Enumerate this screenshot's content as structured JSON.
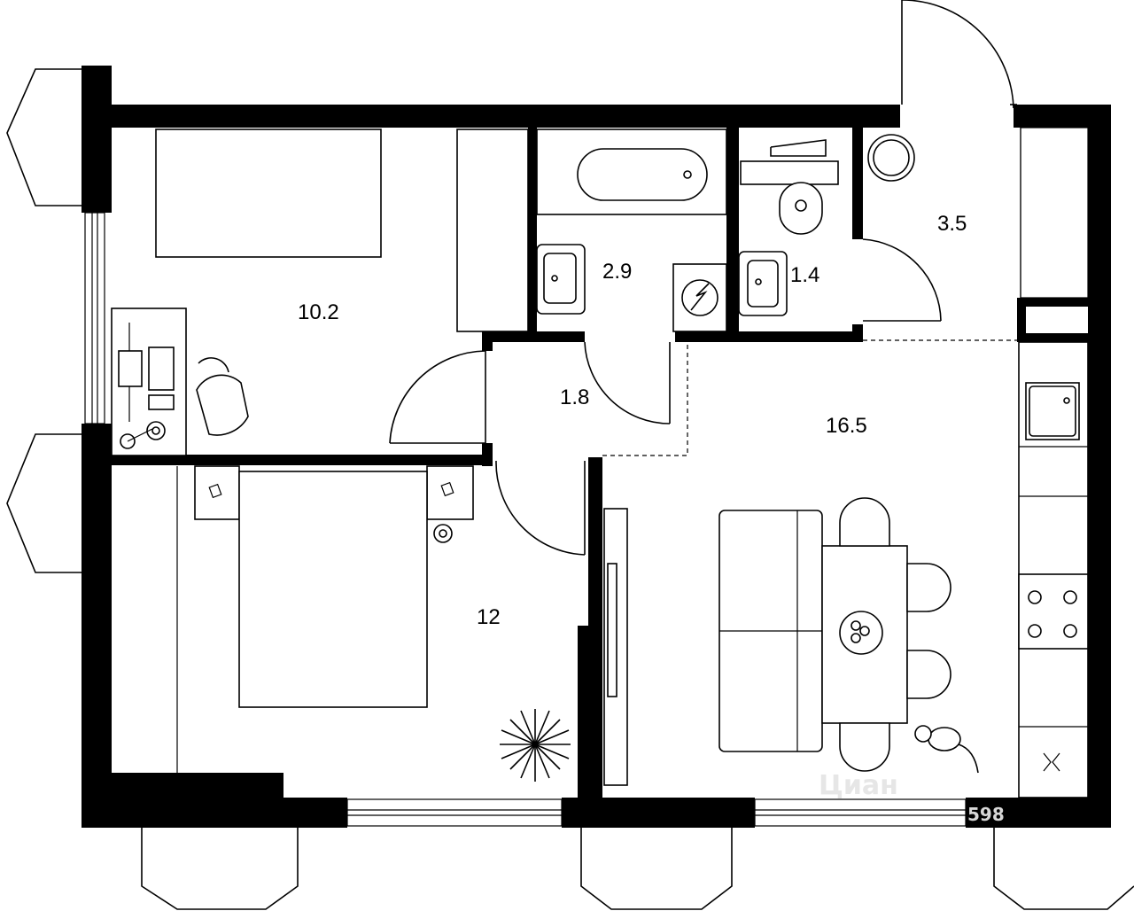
{
  "floor_plan": {
    "rooms": [
      {
        "id": "bedroom-small",
        "area": "10.2"
      },
      {
        "id": "bathroom",
        "area": "2.9"
      },
      {
        "id": "toilet",
        "area": "1.4"
      },
      {
        "id": "entry-hall",
        "area": "3.5"
      },
      {
        "id": "corridor",
        "area": "1.8"
      },
      {
        "id": "living-kitchen",
        "area": "16.5"
      },
      {
        "id": "bedroom-main",
        "area": "12"
      }
    ]
  },
  "watermark": {
    "brand": "Циан",
    "code": "598"
  },
  "colors": {
    "walls": "#000000",
    "background": "#ffffff",
    "furniture_stroke": "#000000",
    "watermark": "#e6e6e6"
  }
}
